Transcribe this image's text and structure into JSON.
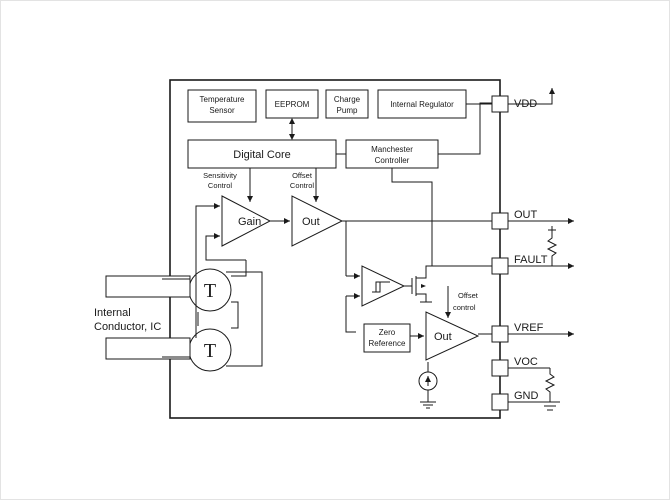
{
  "blocks": {
    "temperature_sensor": [
      "Temperature",
      "Sensor"
    ],
    "eeprom": "EEPROM",
    "charge_pump": [
      "Charge",
      "Pump"
    ],
    "internal_regulator": "Internal Regulator",
    "digital_core": "Digital Core",
    "manchester_controller": [
      "Manchester",
      "Controller"
    ],
    "zero_reference": [
      "Zero",
      "Reference"
    ]
  },
  "controls": {
    "sensitivity": [
      "Sensitivity",
      "Control"
    ],
    "offset": [
      "Offset",
      "Control"
    ],
    "offset_lower": [
      "Offset",
      "control"
    ]
  },
  "amplifiers": {
    "gain": "Gain",
    "out_upper": "Out",
    "out_lower": "Out"
  },
  "sensors": {
    "upper": "T",
    "lower": "T"
  },
  "external": {
    "conductor": [
      "Internal",
      "Conductor, IC"
    ]
  },
  "pins": [
    "VDD",
    "OUT",
    "FAULT",
    "VREF",
    "VOC",
    "GND"
  ]
}
